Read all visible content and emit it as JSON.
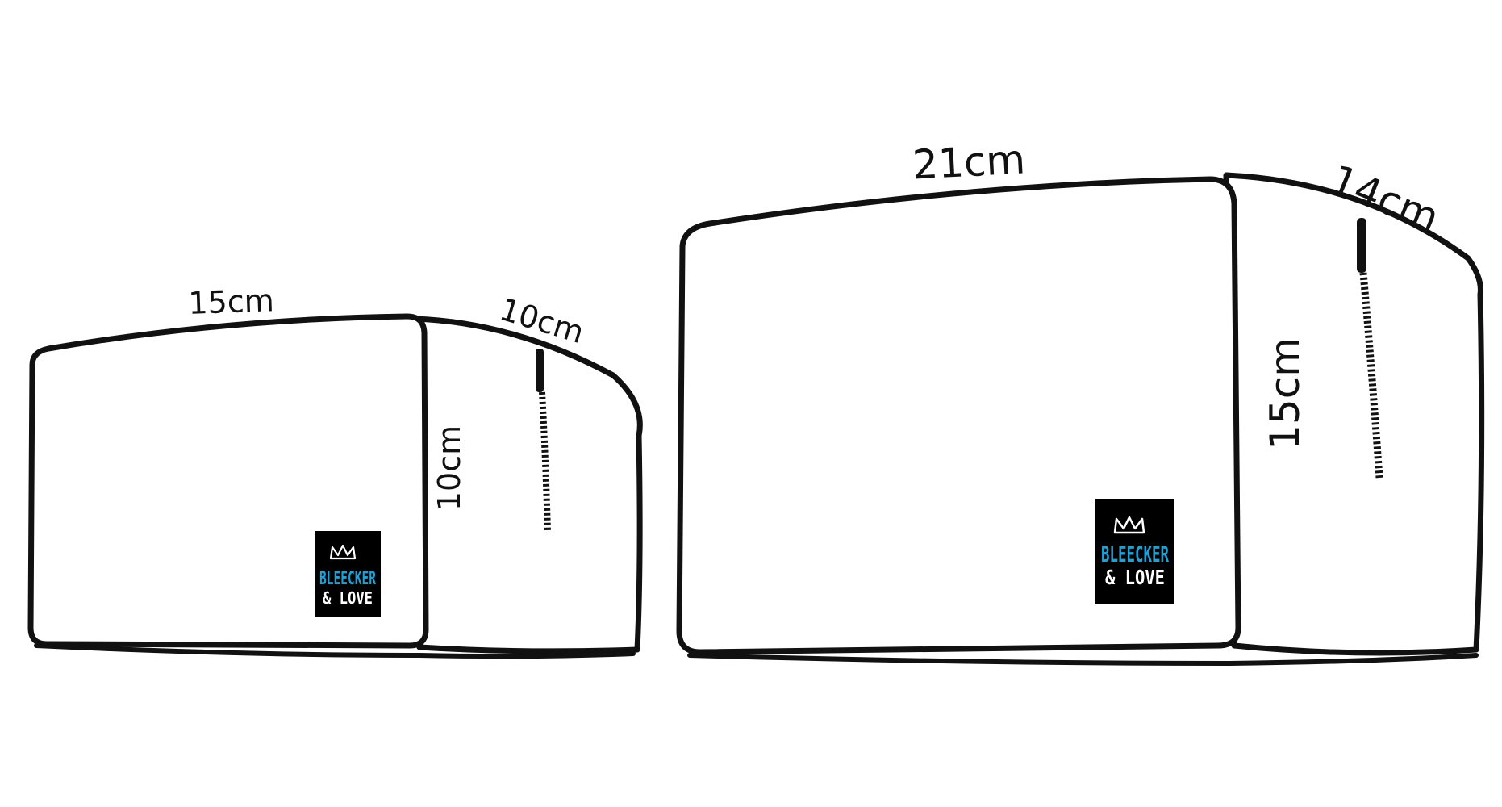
{
  "colors": {
    "outline": "#111111",
    "label_bg": "#000000",
    "brand_primary": "#1aa3d9",
    "brand_secondary": "#ffffff"
  },
  "small_bag": {
    "width_label": "15cm",
    "depth_label": "10cm",
    "height_label": "10cm",
    "brand_line1": "BLEECKER",
    "brand_line2": "& LOVE",
    "crown": "crown-icon"
  },
  "large_bag": {
    "width_label": "21cm",
    "depth_label": "14cm",
    "height_label": "15cm",
    "brand_line1": "BLEECKER",
    "brand_line2": "& LOVE",
    "crown": "crown-icon"
  }
}
